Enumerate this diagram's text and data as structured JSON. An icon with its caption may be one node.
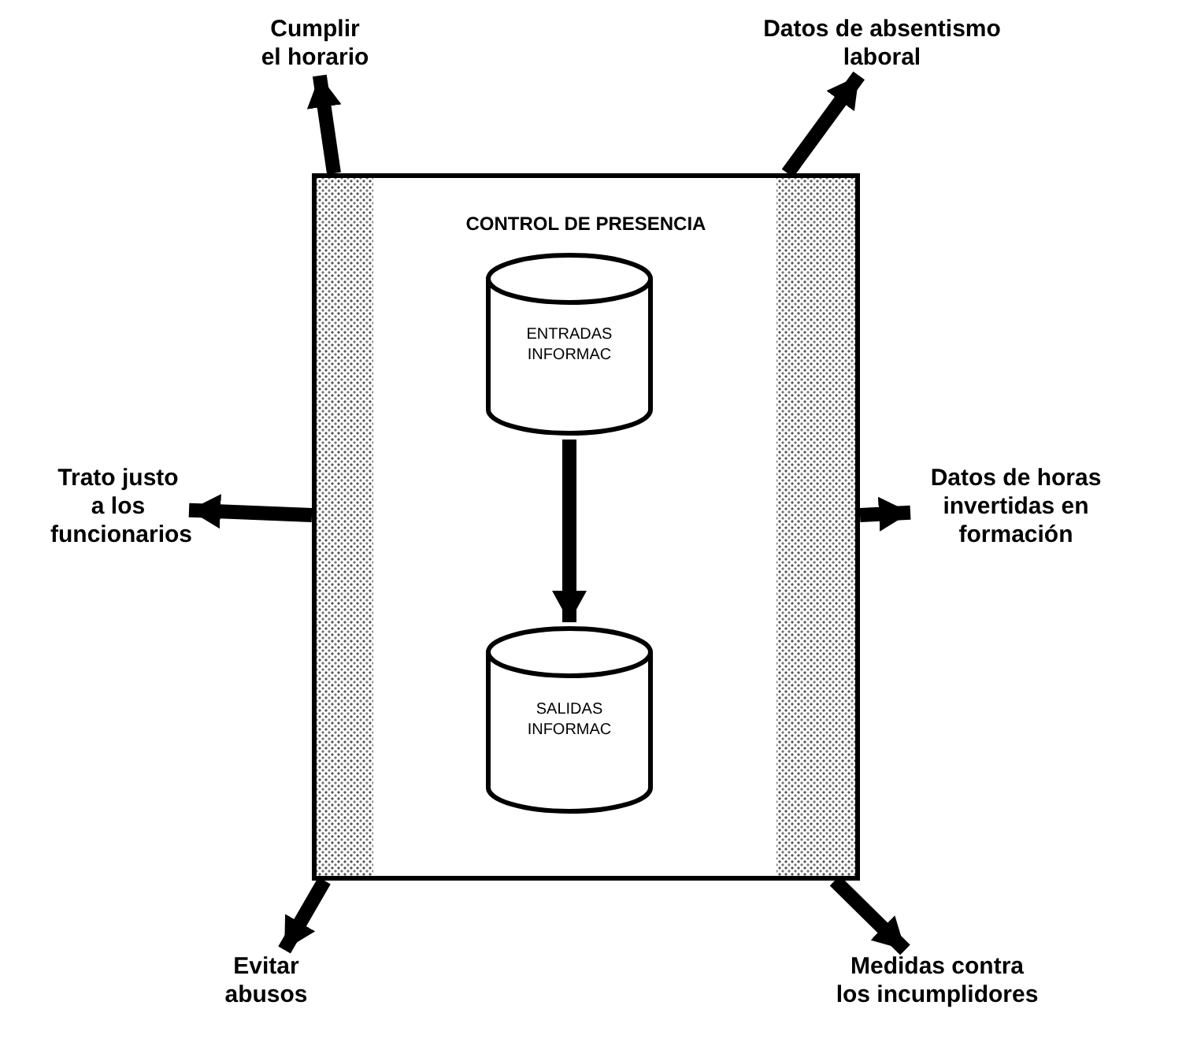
{
  "diagram": {
    "nodes": [
      {
        "text": [
          "CONTROL DE PRESENCIA"
        ]
      },
      {
        "text": [
          "ENTRADAS INFORMAC"
        ],
        "in": 0
      },
      {
        "text": [
          "SALIDAS INFORMAC"
        ],
        "in": 0
      },
      {
        "text": [
          "Cumplir el horario"
        ]
      },
      {
        "text": [
          "Datos de absentismo laboral"
        ]
      },
      {
        "text": [
          "Trato justo a los funcionarios"
        ]
      },
      {
        "text": [
          "Datos de horas invertidas en formación"
        ]
      },
      {
        "text": [
          "Evitar abusos"
        ]
      },
      {
        "text": [
          "Medidas contra los incumplidores"
        ]
      },
      {
        "text": [],
        "shape": "bar",
        "in": 0
      },
      {
        "text": [],
        "shape": "bar",
        "in": 0
      }
    ],
    "edges": [
      {
        "from": 1,
        "to": 2,
        "arrow": "to"
      },
      {
        "from": 0,
        "to": 3,
        "arrow": "to"
      },
      {
        "from": 0,
        "to": 4,
        "arrow": "to"
      },
      {
        "from": 0,
        "to": 5,
        "arrow": "to"
      },
      {
        "from": 0,
        "to": 6,
        "arrow": "to"
      },
      {
        "from": 0,
        "to": 7,
        "arrow": "to"
      },
      {
        "from": 0,
        "to": 8,
        "arrow": "to"
      }
    ]
  }
}
